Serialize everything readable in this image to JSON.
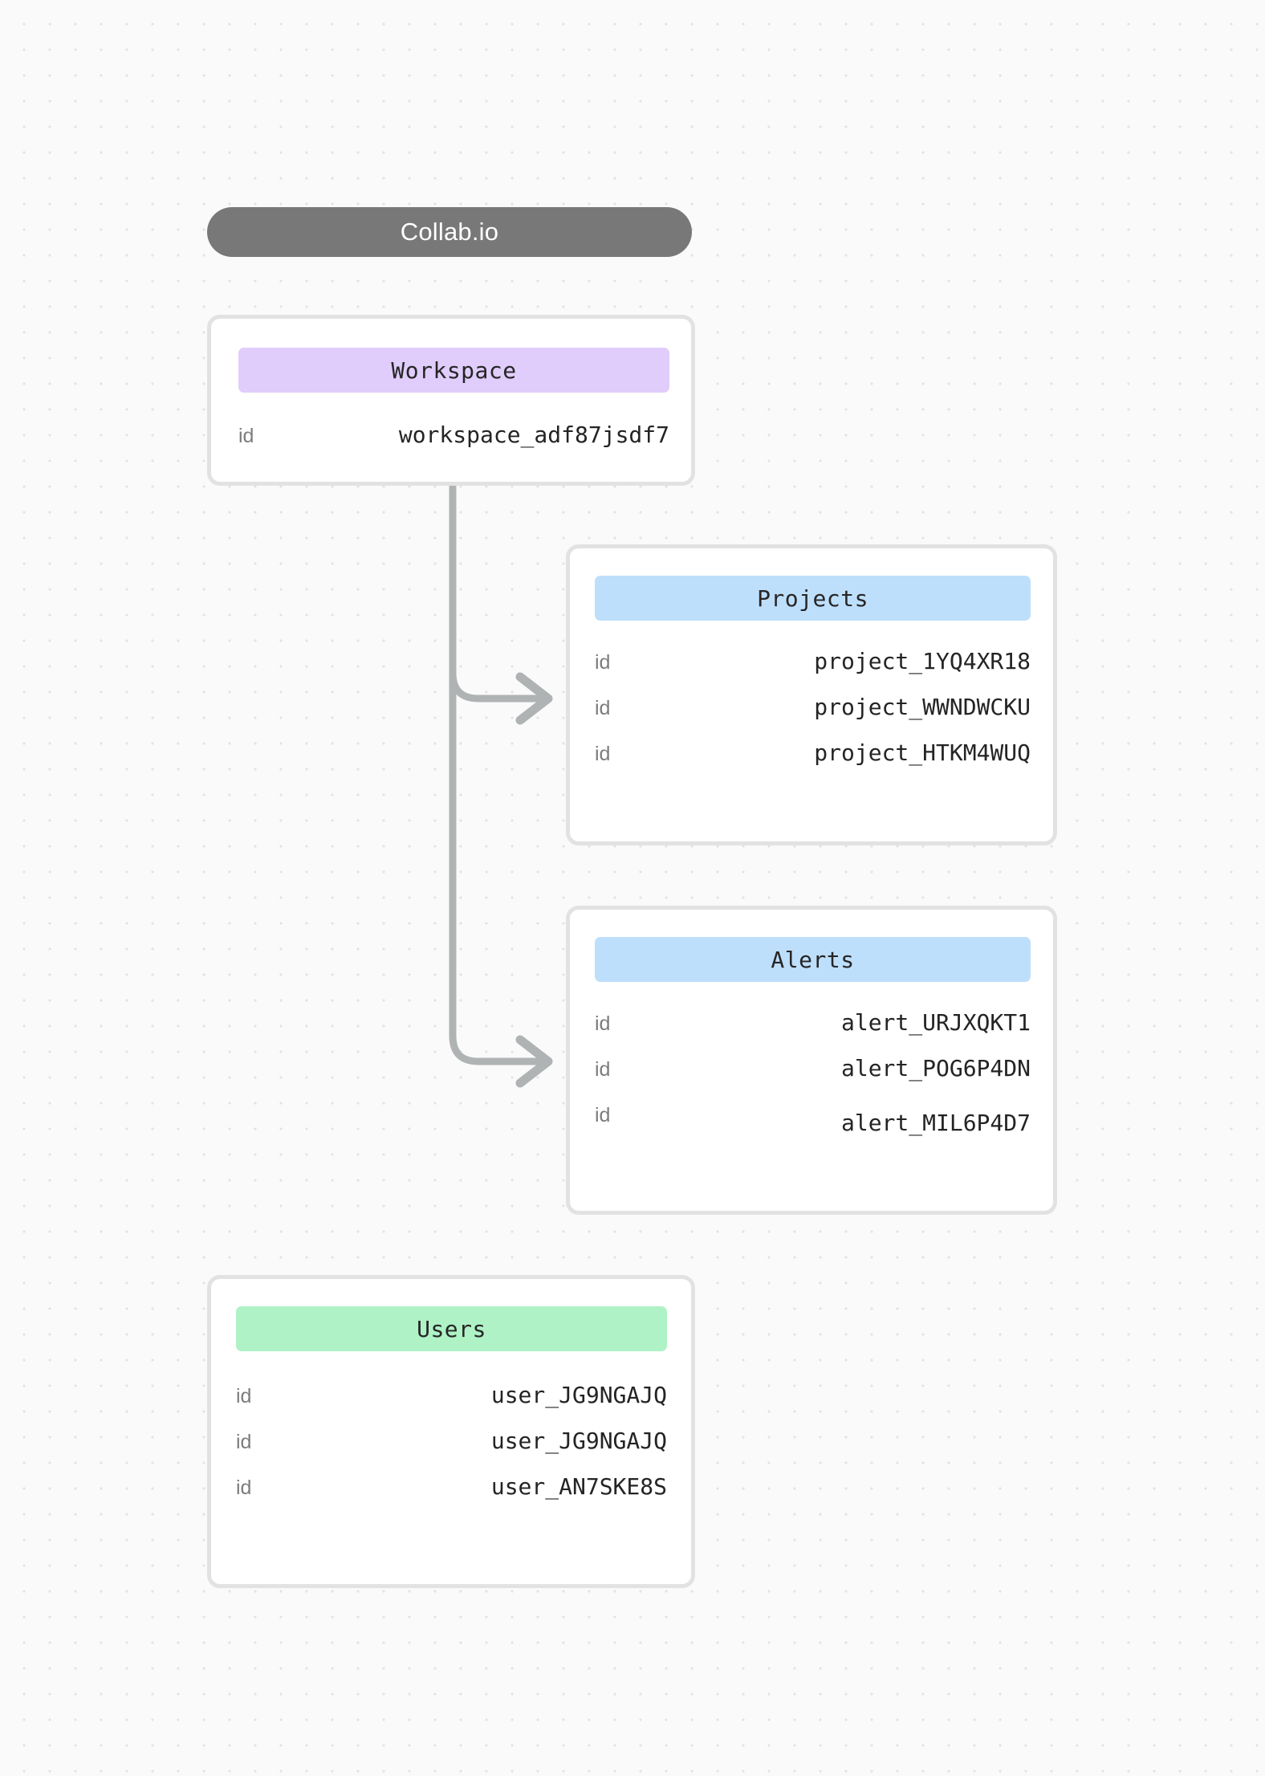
{
  "header": {
    "title": "Collab.io"
  },
  "colors": {
    "canvas_bg": "#fafafa",
    "dot_grid": "#e3e3e3",
    "title_pill": "#787878",
    "card_border": "#e2e2e2",
    "chip_workspace": "#E0CDFB",
    "chip_projects": "#BEDFFC",
    "chip_alerts": "#BEDFFC",
    "chip_users": "#AFF2C6",
    "connector": "#b0b3b3",
    "key_text": "#7c7c7c",
    "value_text": "#242424"
  },
  "cards": {
    "workspace": {
      "title": "Workspace",
      "rows": [
        {
          "key": "id",
          "value": "workspace_adf87jsdf7"
        }
      ]
    },
    "projects": {
      "title": "Projects",
      "rows": [
        {
          "key": "id",
          "value": "project_1YQ4XR18"
        },
        {
          "key": "id",
          "value": "project_WWNDWCKU"
        },
        {
          "key": "id",
          "value": "project_HTKM4WUQ"
        }
      ]
    },
    "alerts": {
      "title": "Alerts",
      "rows": [
        {
          "key": "id",
          "value": "alert_URJXQKT1"
        },
        {
          "key": "id",
          "value": "alert_POG6P4DN"
        },
        {
          "key": "id",
          "value": "alert_MIL6P4D7"
        }
      ]
    },
    "users": {
      "title": "Users",
      "rows": [
        {
          "key": "id",
          "value": "user_JG9NGAJQ"
        },
        {
          "key": "id",
          "value": "user_JG9NGAJQ"
        },
        {
          "key": "id",
          "value": "user_AN7SKE8S"
        }
      ]
    }
  },
  "connections": [
    {
      "from": "workspace",
      "to": "projects"
    },
    {
      "from": "workspace",
      "to": "alerts"
    }
  ]
}
